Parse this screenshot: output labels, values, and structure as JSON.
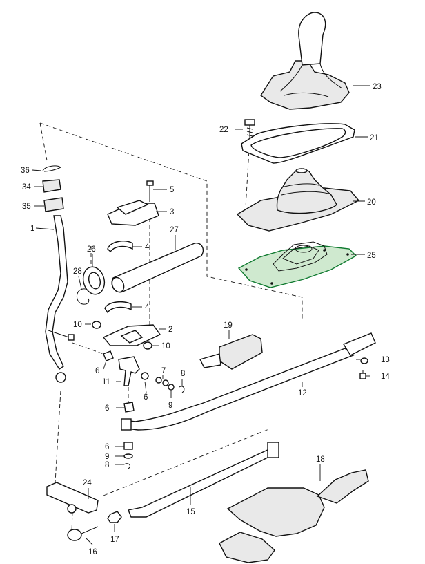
{
  "colors": {
    "highlight_fill": "#cfe9cf",
    "highlight_stroke": "#0f7a2f",
    "line": "#111111"
  },
  "labels": {
    "p1": "1",
    "p2": "2",
    "p3": "3",
    "p4a": "4",
    "p4b": "4",
    "p5": "5",
    "p6a": "6",
    "p6b": "6",
    "p6c": "6",
    "p6d": "6",
    "p7": "7",
    "p8a": "8",
    "p8b": "8",
    "p9a": "9",
    "p9b": "9",
    "p10a": "10",
    "p10b": "10",
    "p11": "11",
    "p12": "12",
    "p13": "13",
    "p14": "14",
    "p15": "15",
    "p16": "16",
    "p17": "17",
    "p18": "18",
    "p19": "19",
    "p20": "20",
    "p21": "21",
    "p22": "22",
    "p23": "23",
    "p24": "24",
    "p25": "25",
    "p26": "26",
    "p27": "27",
    "p28": "28",
    "p34": "34",
    "p35": "35",
    "p36": "36"
  },
  "highlighted_part": "25"
}
